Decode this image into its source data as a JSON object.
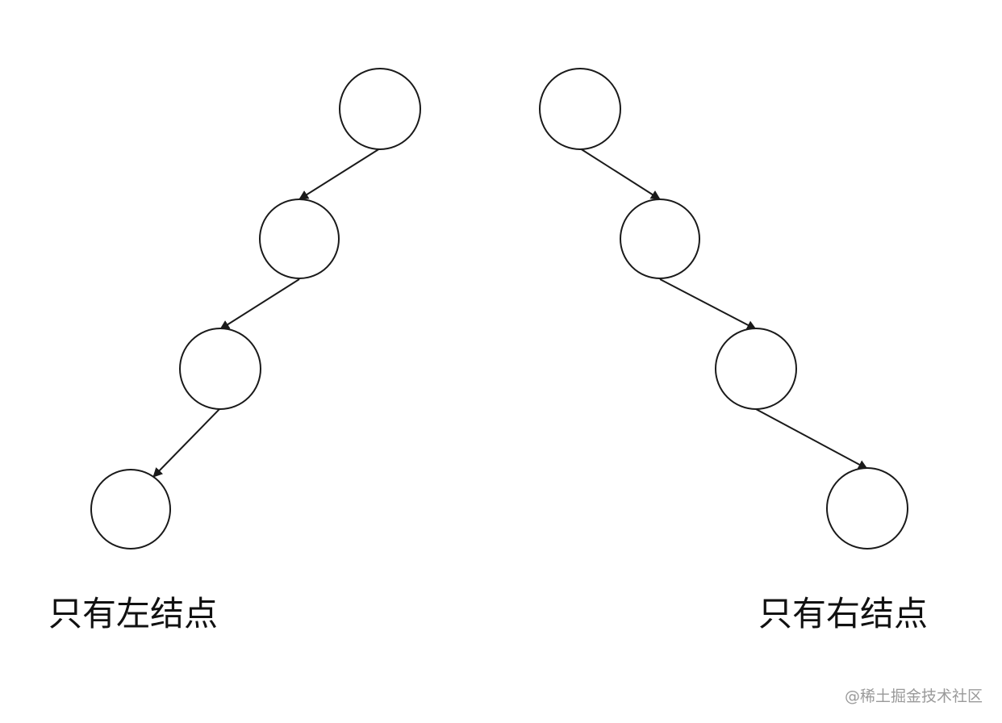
{
  "colors": {
    "stroke": "#1a1a1a",
    "node_fill": "#ffffff",
    "text": "#111111",
    "watermark": "#9a9a9a"
  },
  "diagrams": {
    "left": {
      "caption": "只有左结点",
      "nodes": [
        "node-1",
        "node-2",
        "node-3",
        "node-4"
      ],
      "edges": [
        {
          "from": "node-1",
          "to": "node-2"
        },
        {
          "from": "node-2",
          "to": "node-3"
        },
        {
          "from": "node-3",
          "to": "node-4"
        }
      ]
    },
    "right": {
      "caption": "只有右结点",
      "nodes": [
        "node-1",
        "node-2",
        "node-3",
        "node-4"
      ],
      "edges": [
        {
          "from": "node-1",
          "to": "node-2"
        },
        {
          "from": "node-2",
          "to": "node-3"
        },
        {
          "from": "node-3",
          "to": "node-4"
        }
      ]
    }
  },
  "watermark": "@稀土掘金技术社区"
}
